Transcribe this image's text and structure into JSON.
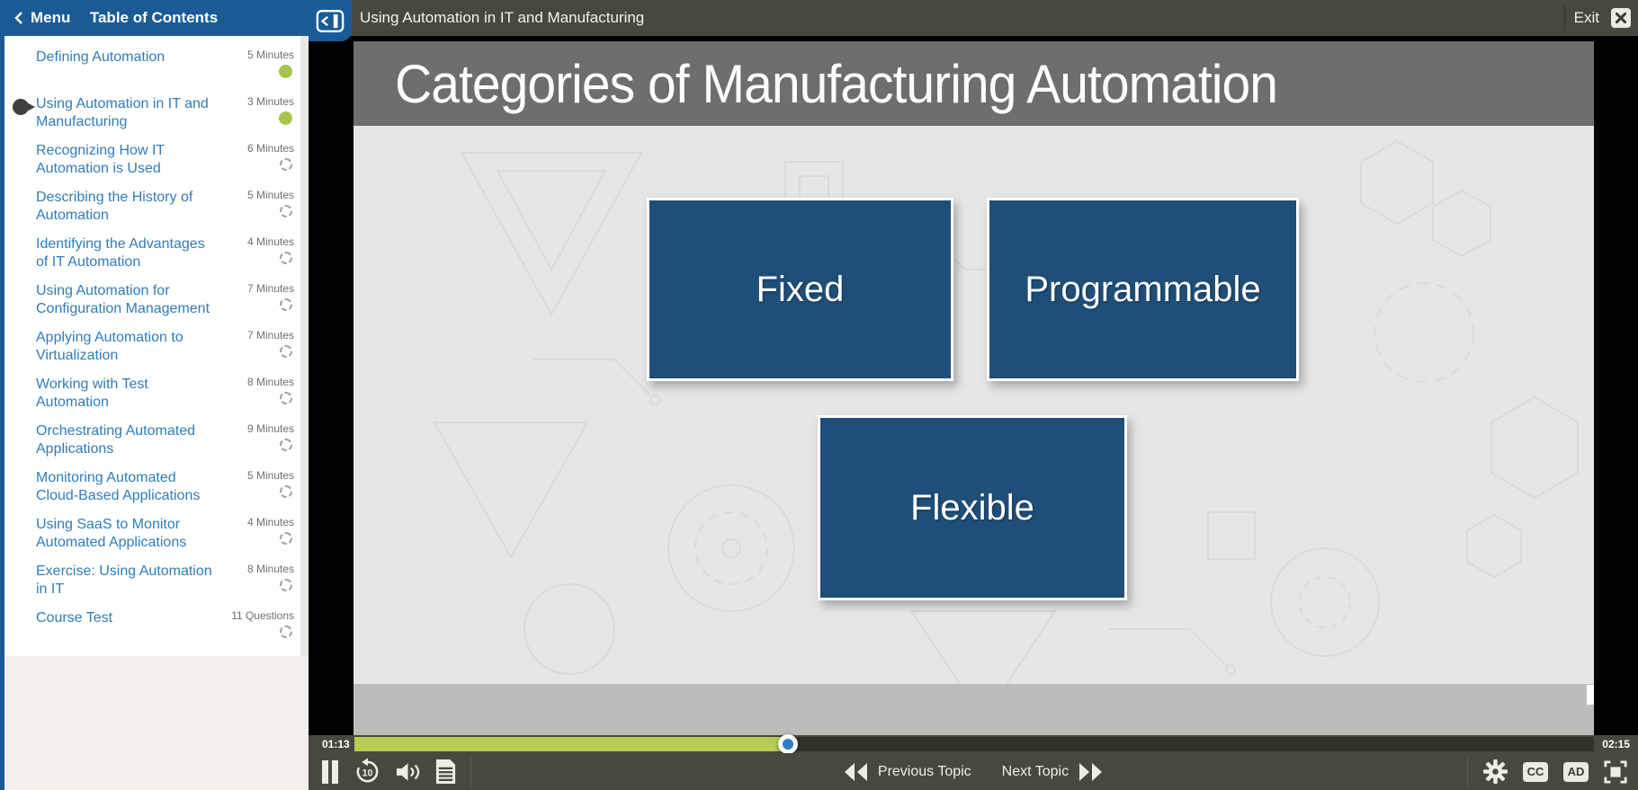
{
  "header": {
    "menu_label": "Menu",
    "toc_title": "Table of Contents",
    "lesson_title": "Using Automation in IT and Manufacturing",
    "exit_label": "Exit"
  },
  "sidebar": {
    "items": [
      {
        "label": "Defining Automation",
        "duration": "5 Minutes",
        "status": "complete",
        "current": false
      },
      {
        "label": "Using Automation in IT and Manufacturing",
        "duration": "3 Minutes",
        "status": "complete",
        "current": true
      },
      {
        "label": "Recognizing How IT Automation is Used",
        "duration": "6 Minutes",
        "status": "incomplete",
        "current": false
      },
      {
        "label": "Describing the History of Automation",
        "duration": "5 Minutes",
        "status": "incomplete",
        "current": false
      },
      {
        "label": "Identifying the Advantages of IT Automation",
        "duration": "4 Minutes",
        "status": "incomplete",
        "current": false
      },
      {
        "label": "Using Automation for Configuration Management",
        "duration": "7 Minutes",
        "status": "incomplete",
        "current": false
      },
      {
        "label": "Applying Automation to Virtualization",
        "duration": "7 Minutes",
        "status": "incomplete",
        "current": false
      },
      {
        "label": "Working with Test Automation",
        "duration": "8 Minutes",
        "status": "incomplete",
        "current": false
      },
      {
        "label": "Orchestrating Automated Applications",
        "duration": "9 Minutes",
        "status": "incomplete",
        "current": false
      },
      {
        "label": "Monitoring Automated Cloud-Based Applications",
        "duration": "5 Minutes",
        "status": "incomplete",
        "current": false
      },
      {
        "label": "Using SaaS to Monitor Automated Applications",
        "duration": "4 Minutes",
        "status": "incomplete",
        "current": false
      },
      {
        "label": "Exercise: Using Automation in IT",
        "duration": "8 Minutes",
        "status": "incomplete",
        "current": false
      },
      {
        "label": "Course Test",
        "duration": "11 Questions",
        "status": "incomplete",
        "current": false
      }
    ]
  },
  "slide": {
    "title": "Categories of Manufacturing Automation",
    "boxes": [
      "Fixed",
      "Programmable",
      "Flexible"
    ]
  },
  "player": {
    "current_time": "01:13",
    "total_time": "02:15",
    "progress_percent": 35,
    "previous_label": "Previous Topic",
    "next_label": "Next Topic",
    "cc_label": "CC",
    "ad_label": "AD"
  },
  "icons": {
    "menu_back": "chevron-left",
    "collapse_sidebar": "panel-collapse-left",
    "current_topic": "pointer-right",
    "status_complete": "filled-circle",
    "status_incomplete": "dashed-circle",
    "pause": "pause-bars",
    "rewind_10": "circular-arrow-10",
    "volume": "speaker-waves",
    "transcript": "document-lines",
    "previous": "double-triangle-left",
    "next": "double-triangle-right",
    "settings": "gear",
    "fullscreen": "corner-brackets-square",
    "exit_close": "x-mark"
  },
  "colors": {
    "brand_blue": "#1a5b97",
    "link_blue": "#2f7cb9",
    "bar_olive": "#48483f",
    "progress_green": "#b6cc55",
    "knob_blue": "#2b7ec2",
    "complete_green": "#a6c44e",
    "box_navy": "#1f4e79",
    "slide_header_gray": "#6e6e6e"
  }
}
